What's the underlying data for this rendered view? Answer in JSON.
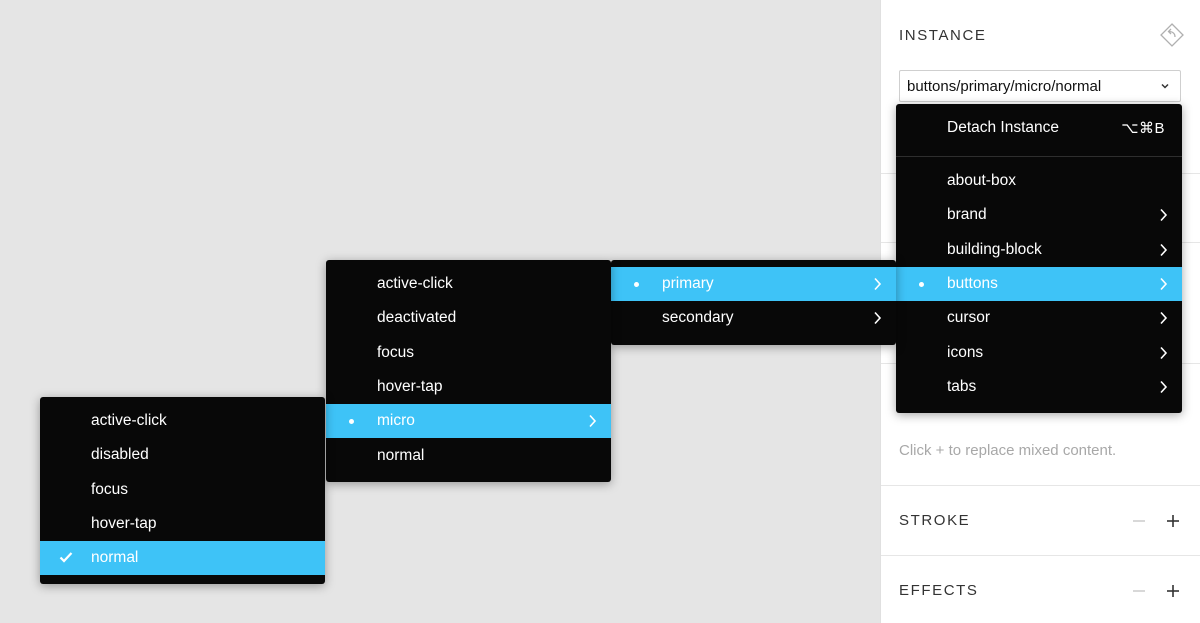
{
  "panel": {
    "instance_title": "INSTANCE",
    "instance_value": "buttons/primary/micro/normal",
    "hint": "Click + to replace mixed content.",
    "stroke_title": "STROKE",
    "effects_title": "EFFECTS",
    "icons": {
      "detach": "detach-instance-icon",
      "select": "chevron-down-icon",
      "minus": "minus-icon",
      "plus": "plus-icon"
    }
  },
  "menus": {
    "top": {
      "detach_label": "Detach Instance",
      "detach_shortcut": "⌥⌘B",
      "items": [
        {
          "label": "about-box",
          "submenu": false,
          "selected": false
        },
        {
          "label": "brand",
          "submenu": true,
          "selected": false
        },
        {
          "label": "building-block",
          "submenu": true,
          "selected": false
        },
        {
          "label": "buttons",
          "submenu": true,
          "selected": true
        },
        {
          "label": "cursor",
          "submenu": true,
          "selected": false
        },
        {
          "label": "icons",
          "submenu": true,
          "selected": false
        },
        {
          "label": "tabs",
          "submenu": true,
          "selected": false
        }
      ]
    },
    "buttons": {
      "items": [
        {
          "label": "primary",
          "submenu": true,
          "selected": true
        },
        {
          "label": "secondary",
          "submenu": true,
          "selected": false
        }
      ]
    },
    "primary": {
      "items": [
        {
          "label": "active-click",
          "submenu": false,
          "selected": false
        },
        {
          "label": "deactivated",
          "submenu": false,
          "selected": false
        },
        {
          "label": "focus",
          "submenu": false,
          "selected": false
        },
        {
          "label": "hover-tap",
          "submenu": false,
          "selected": false
        },
        {
          "label": "micro",
          "submenu": true,
          "selected": true
        },
        {
          "label": "normal",
          "submenu": false,
          "selected": false
        }
      ]
    },
    "micro": {
      "items": [
        {
          "label": "active-click",
          "submenu": false,
          "selected": false
        },
        {
          "label": "disabled",
          "submenu": false,
          "selected": false
        },
        {
          "label": "focus",
          "submenu": false,
          "selected": false
        },
        {
          "label": "hover-tap",
          "submenu": false,
          "selected": false
        },
        {
          "label": "normal",
          "submenu": false,
          "selected": true,
          "checked": true
        }
      ]
    }
  },
  "colors": {
    "menu_bg": "#080808",
    "highlight": "#3ec3f7",
    "canvas_bg": "#e5e5e5",
    "panel_bg": "#ffffff"
  }
}
